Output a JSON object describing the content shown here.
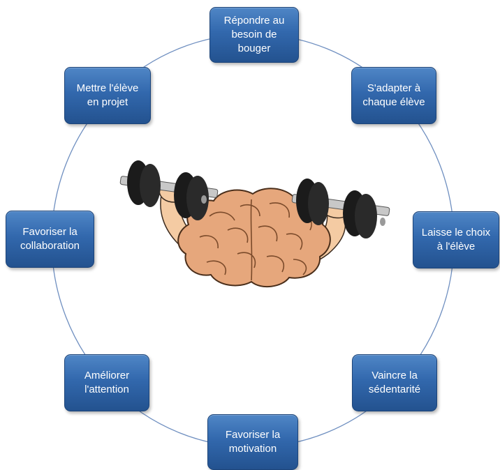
{
  "cycle": {
    "nodes": [
      {
        "label": "Répondre au\nbesoin de\nbouger"
      },
      {
        "label": "S'adapter à\nchaque élève"
      },
      {
        "label": "Laisse le choix\nà l'élève"
      },
      {
        "label": "Vaincre la\nsédentarité"
      },
      {
        "label": "Favoriser la\nmotivation"
      },
      {
        "label": "Améliorer\nl'attention"
      },
      {
        "label": "Favoriser la\ncollaboration"
      },
      {
        "label": "Mettre l'élève\nen projet"
      }
    ],
    "colors": {
      "node_fill": "#3268ad",
      "node_border": "#1c4479",
      "ring": "#6f8fc0",
      "brain": "#e6a77c",
      "dumbbell_plate": "#1b1b1b"
    }
  },
  "illustration": {
    "name": "brain-lifting-dumbbells"
  }
}
